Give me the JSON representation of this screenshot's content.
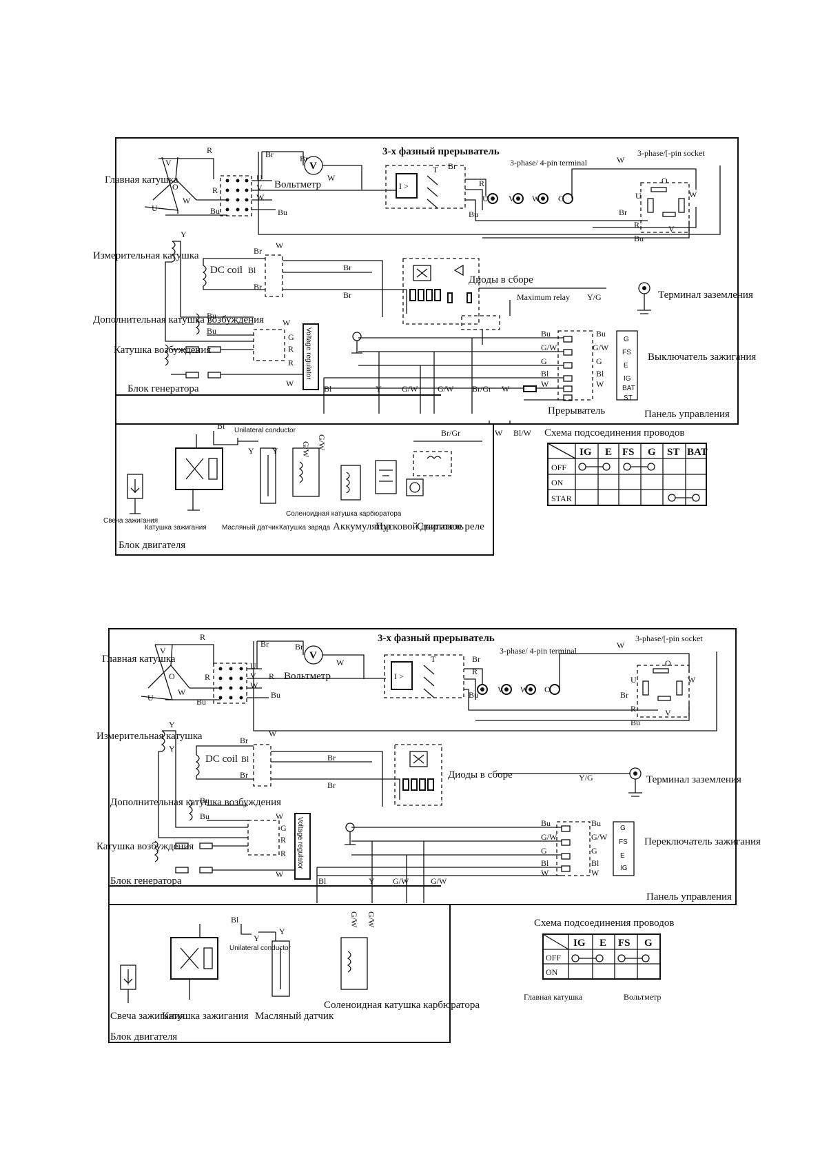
{
  "diagram1": {
    "labels": {
      "main_coil": "Главная катушка",
      "voltmeter": "Вольтметр",
      "breaker3": "3-х фазный прерыватель",
      "terminal4": "3-phase/ 4-pin terminal",
      "socket": "3-phase/[-pin socket",
      "meas_coil": "Измерительная катушка",
      "dc_coil": "DC coil",
      "diodes": "Диоды в сборе",
      "max_relay": "Maximum relay",
      "ground_term": "Терминал заземления",
      "aux_coil": "Дополнительная катушка возбуждения",
      "exc_coil": "Катушка возбуждения",
      "gen_block": "Блок генератора",
      "ign_switch": "Выключатель зажигания",
      "breaker": "Прерыватель",
      "panel": "Панель управления",
      "scheme": "Схема подсоединения проводов",
      "unilateral": "Unilateral conductor",
      "spark": "Свеча зажигания",
      "ign_coil": "Катушка зажигания",
      "oil": "Масляный датчик",
      "carb": "Соленоидная катушка карбюратора",
      "charge": "Катушка заряда",
      "battery": "Аккумулятор",
      "starter": "Пусковой двигатель",
      "relay": "Стартовое реле",
      "engine": "Блок двигателя",
      "voltage_reg": "Voltage regulator"
    },
    "switch_table": {
      "headers": [
        "IG",
        "E",
        "FS",
        "G",
        "ST",
        "BAT"
      ],
      "rows": [
        "OFF",
        "ON",
        "STAR"
      ]
    }
  },
  "diagram2": {
    "labels": {
      "main_coil": "Главная катушка",
      "voltmeter": "Вольтметр",
      "breaker3": "3-х фазный прерыватель",
      "terminal4": "3-phase/ 4-pin terminal",
      "socket": "3-phase/[-pin socket",
      "meas_coil": "Измерительная катушка",
      "dc_coil": "DC coil",
      "diodes": "Диоды в сборе",
      "ground_term": "Терминал заземления",
      "aux_coil": "Дополнительная катушка возбуждения",
      "exc_coil": "Катушка возбуждения",
      "gen_block": "Блок генератора",
      "ign_switch": "Переключатель зажигания",
      "panel": "Панель управления",
      "scheme": "Схема подсоединения проводов",
      "unilateral": "Unilateral conductor",
      "spark": "Свеча зажигания",
      "ign_coil": "Катушка зажигания",
      "oil": "Масляный датчик",
      "carb": "Соленоидная катушка карбюратора",
      "engine": "Блок двигателя",
      "voltage_reg": "Voltage regulator",
      "footer_main": "Главная катушка",
      "footer_volt": "Вольтметр"
    },
    "switch_table": {
      "headers": [
        "IG",
        "E",
        "FS",
        "G"
      ],
      "rows": [
        "OFF",
        "ON"
      ]
    }
  },
  "wire_codes": [
    "R",
    "Br",
    "W",
    "Bu",
    "Bl",
    "G",
    "G/W",
    "Br/Gr",
    "Bl/W",
    "Y",
    "Y/G",
    "U",
    "V",
    "O"
  ]
}
